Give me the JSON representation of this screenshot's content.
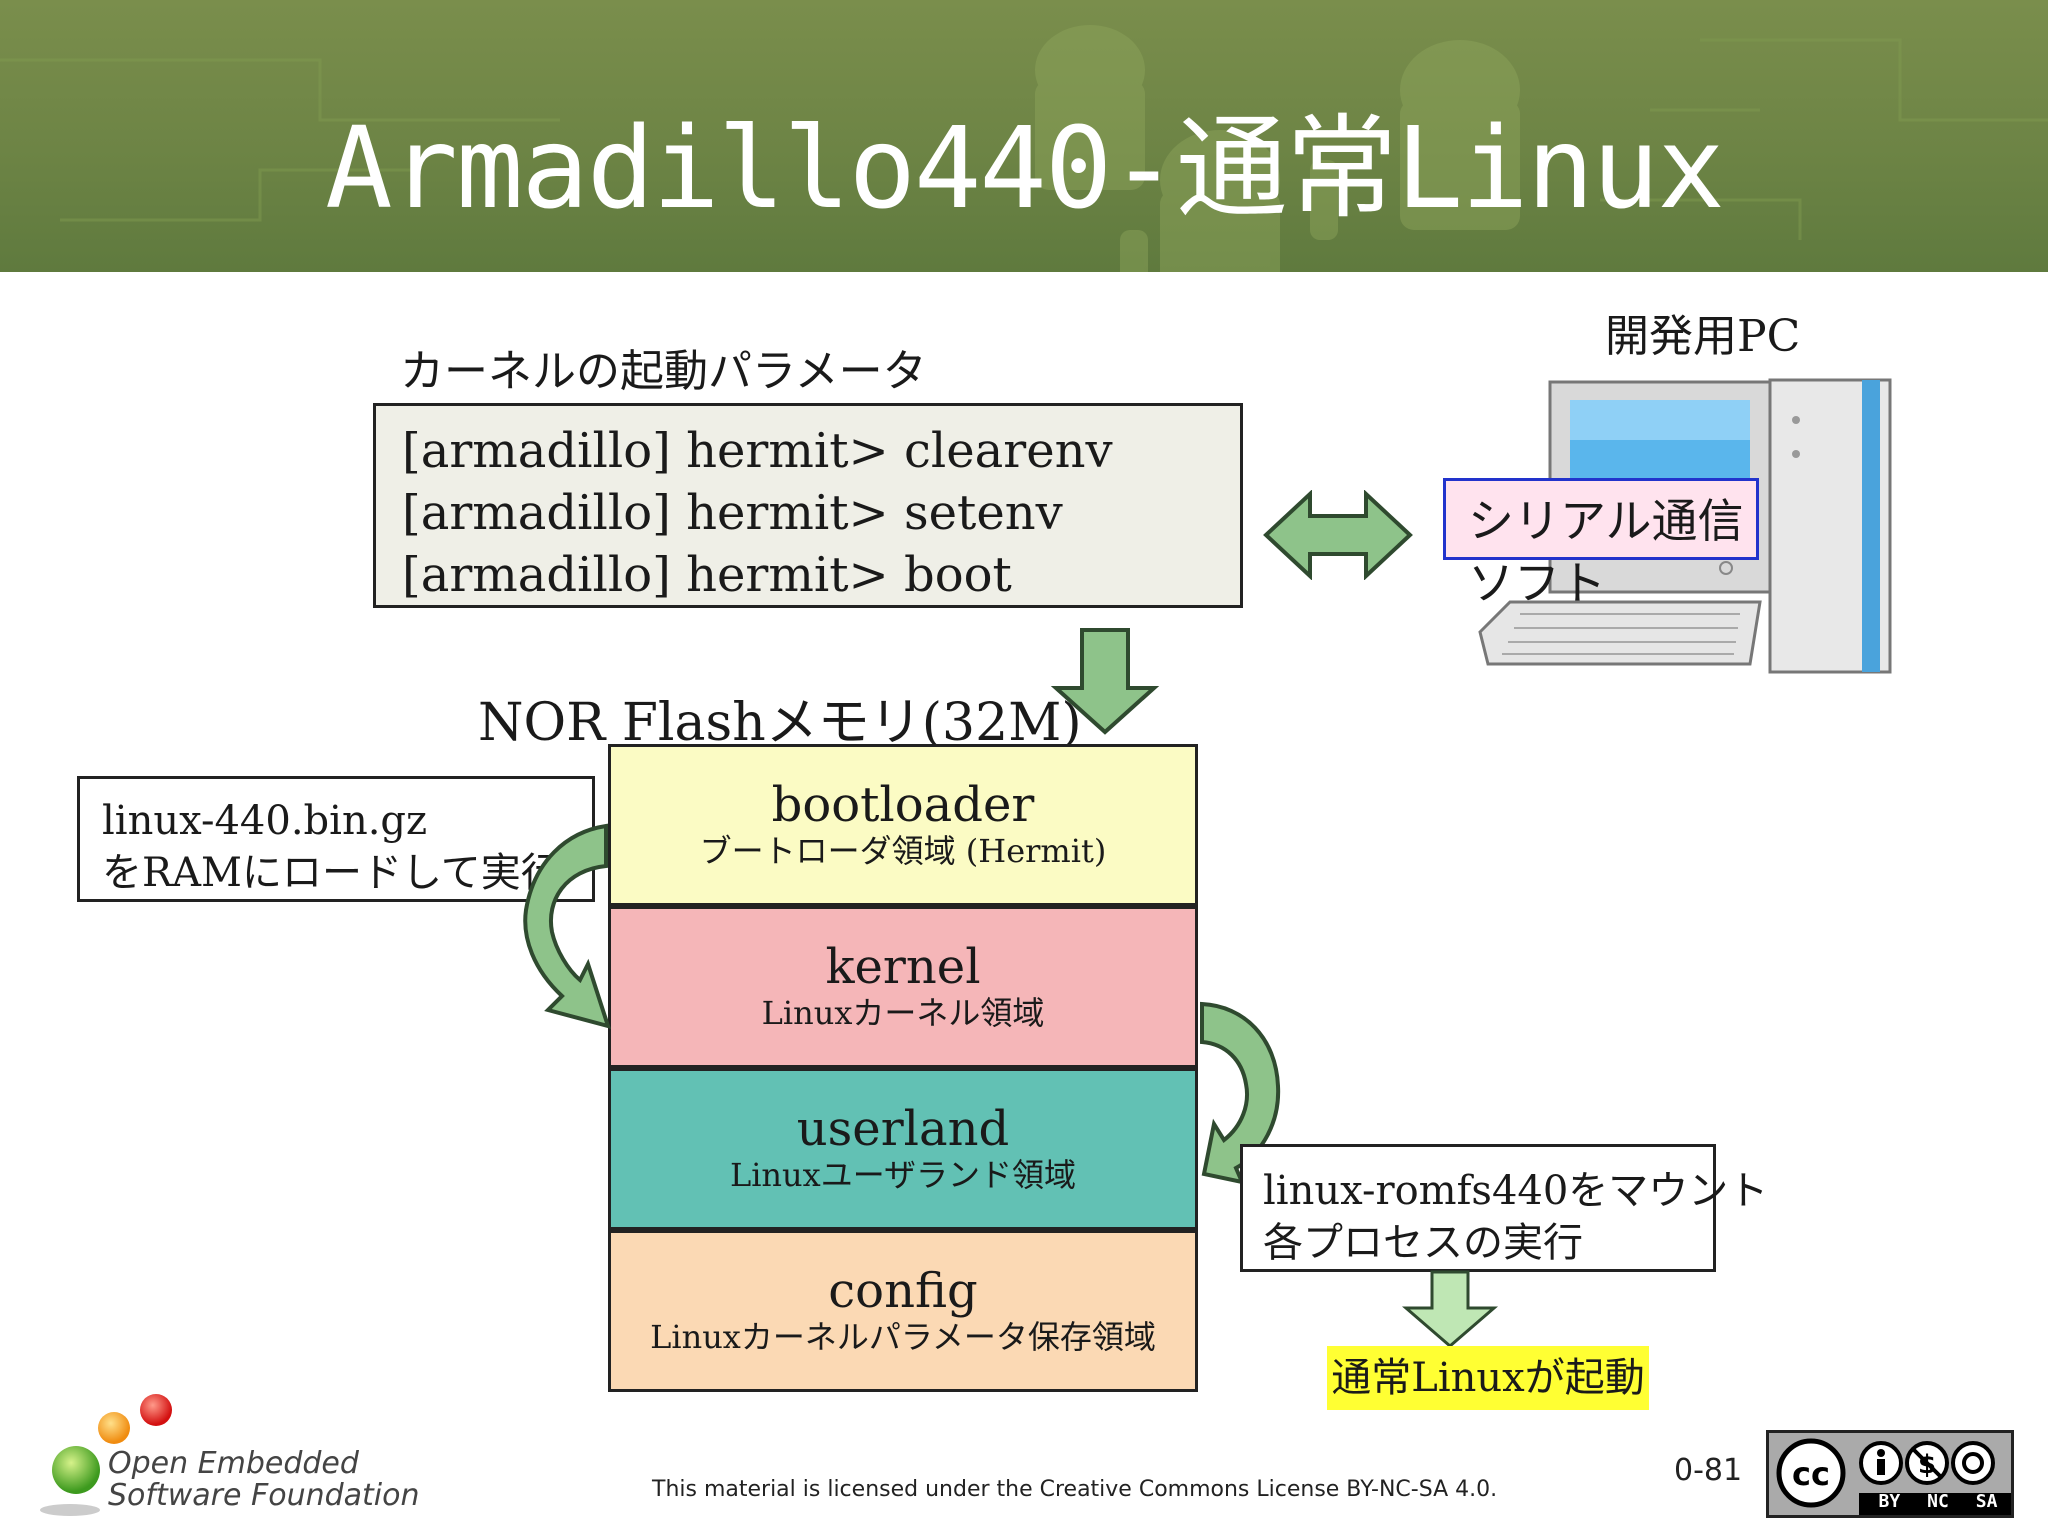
{
  "title": "Armadillo440-通常Linux",
  "param_label": "カーネルの起動パラメータ",
  "commands": [
    "[armadillo] hermit> clearenv",
    "[armadillo] hermit> setenv",
    "[armadillo] hermit> boot"
  ],
  "pc_label": "開発用PC",
  "serial_label": "シリアル通信ソフト",
  "flash_label": "NOR Flashメモリ(32M)",
  "segments": [
    {
      "title": "bootloader",
      "sub": "ブートローダ領域 (Hermit)",
      "color": "#fbfbc4"
    },
    {
      "title": "kernel",
      "sub": "Linuxカーネル領域",
      "color": "#f5b6b8"
    },
    {
      "title": "userland",
      "sub": "Linuxユーザランド領域",
      "color": "#62c1b4"
    },
    {
      "title": "config",
      "sub": "Linuxカーネルパラメータ保存領域",
      "color": "#fbd9b4"
    }
  ],
  "left_note": [
    "linux-440.bin.gz",
    "をRAMにロードして実行"
  ],
  "right_note": [
    "linux-romfs440をマウント",
    "各プロセスの実行"
  ],
  "result": "通常Linuxが起動",
  "logo": {
    "line1": "Open Embedded",
    "line2": "Software Foundation"
  },
  "license": "This material is licensed under the Creative Commons License BY-NC-SA 4.0.",
  "slide_number": "0-81",
  "cc_badge": {
    "labels": [
      "BY",
      "NC",
      "SA"
    ]
  },
  "colors": {
    "arrow_fill": "#8ec38a",
    "arrow_stroke": "#2f4a2f",
    "highlight": "#ffff33",
    "serial_border": "#2233cc",
    "serial_fill": "#ffe3ee"
  }
}
